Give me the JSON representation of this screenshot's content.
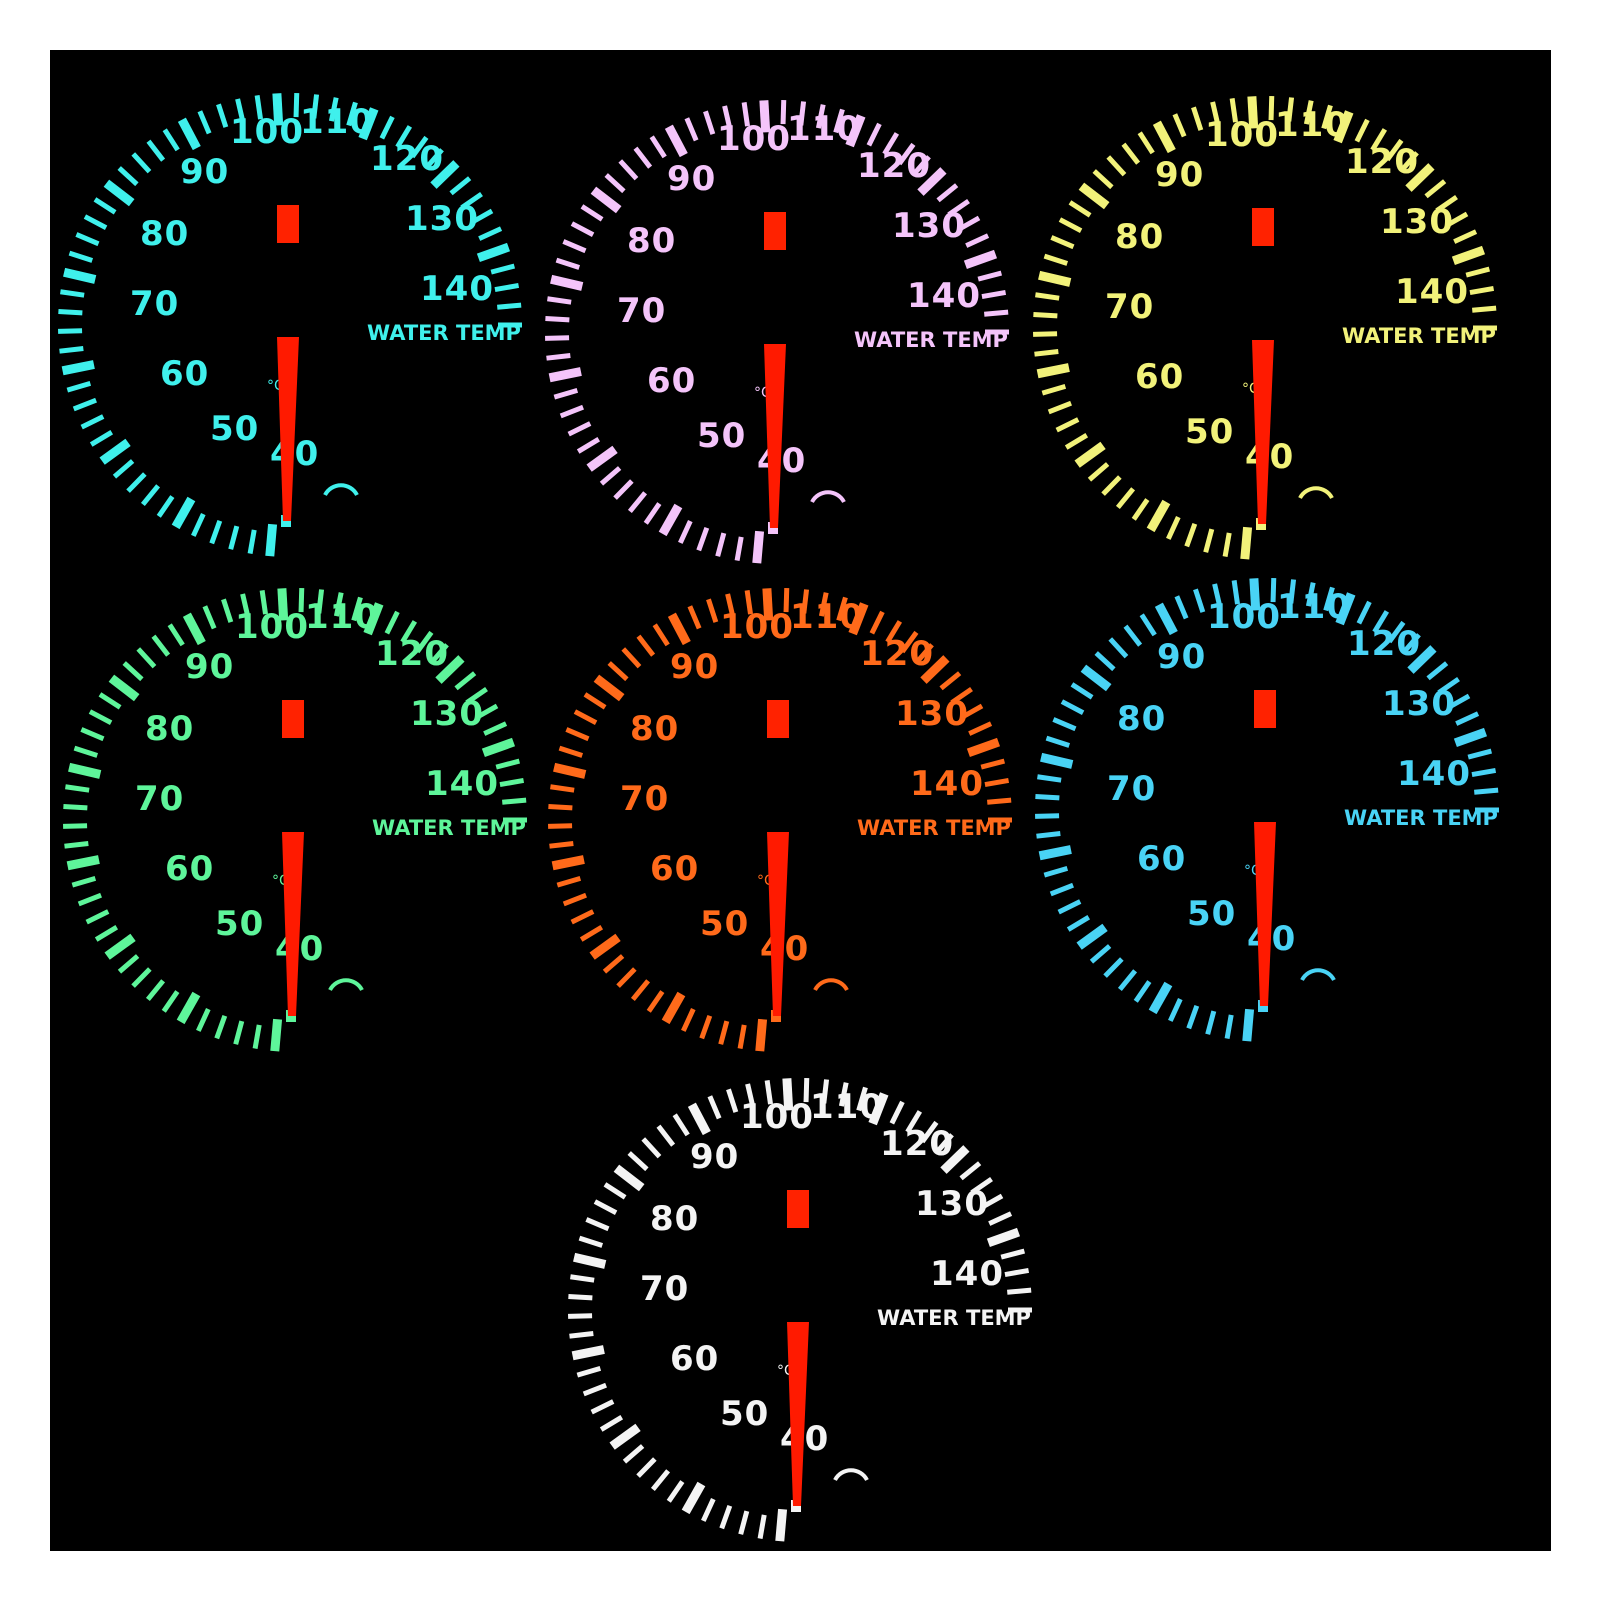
{
  "gauge_label": "WATER TEMP",
  "unit_symbol": "°C",
  "scale_labels": [
    "40",
    "50",
    "60",
    "70",
    "80",
    "90",
    "100",
    "110",
    "120",
    "130",
    "140"
  ],
  "needle_color": "#ff1a00",
  "warning_block_color": "#ff2200",
  "gauges": [
    {
      "color": "#3ff0ec"
    },
    {
      "color": "#f4c4fa"
    },
    {
      "color": "#f2f27a"
    },
    {
      "color": "#5ef59a"
    },
    {
      "color": "#ff6a1a"
    },
    {
      "color": "#49d3f5"
    },
    {
      "color": "#f4f4f4"
    }
  ]
}
